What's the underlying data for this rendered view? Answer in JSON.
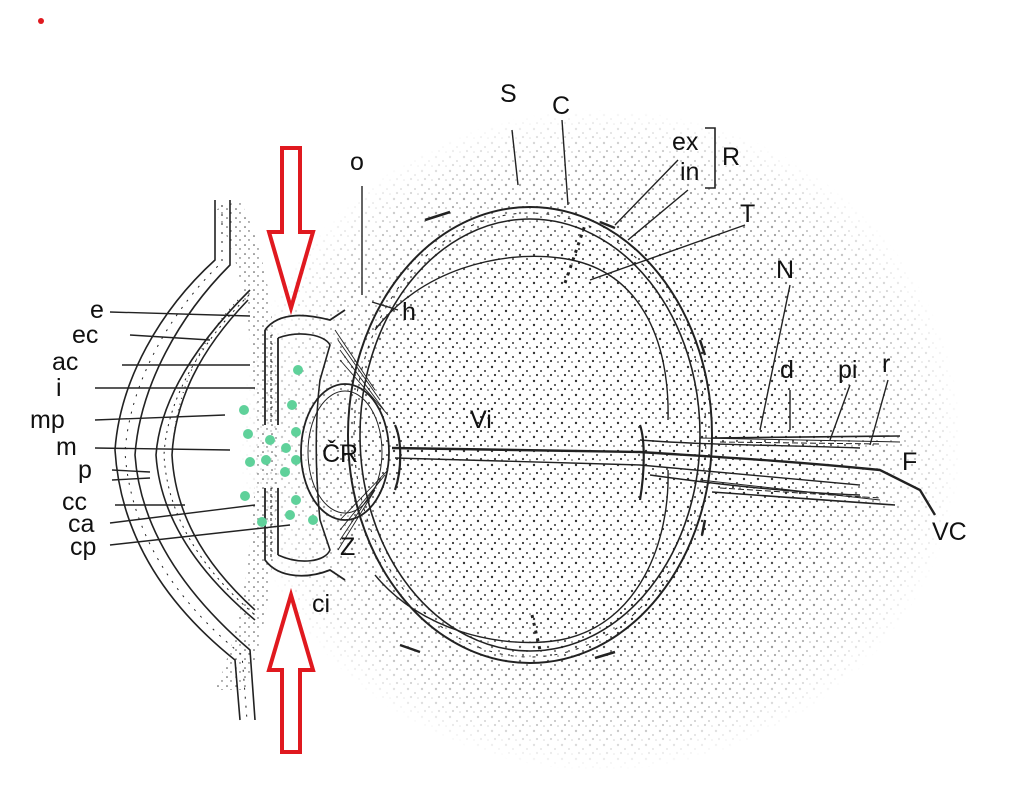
{
  "labels": {
    "S": "S",
    "C": "C",
    "ex": "ex",
    "in": "in",
    "R": "R",
    "T": "T",
    "o": "o",
    "h": "h",
    "N": "N",
    "d": "d",
    "pi": "pi",
    "r": "r",
    "F": "F",
    "VC": "VC",
    "Vi": "Vi",
    "CR": "ČR",
    "Z": "Z",
    "ci": "ci",
    "e": "e",
    "ec": "ec",
    "ac": "ac",
    "i": "i",
    "mp": "mp",
    "m": "m",
    "p": "p",
    "cc": "cc",
    "ca": "ca",
    "cp": "cp"
  },
  "colors": {
    "ink": "#222222",
    "arrow": "#e0191f",
    "marker_dot": "#e0191f",
    "green_dots": "#5fd19a",
    "background": "#ffffff"
  },
  "icons": {
    "top_arrow": "down-arrow-outline-icon",
    "bottom_arrow": "up-arrow-outline-icon"
  }
}
